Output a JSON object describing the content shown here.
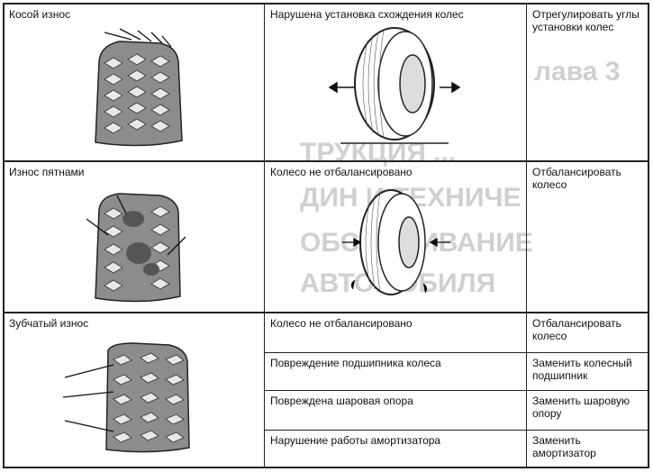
{
  "rows": [
    {
      "wear": "Косой износ",
      "cause": "Нарушена установка схождения колес",
      "remedy": "Отрегулировать углы установки колес",
      "tread_icon": "tread-feathered-icon",
      "wheel_icon": "wheel-toe-misalignment-icon"
    },
    {
      "wear": "Износ пятнами",
      "cause": "Колесо не отбалансировано",
      "remedy": "Отбалансировать колесо",
      "tread_icon": "tread-spotted-icon",
      "wheel_icon": "wheel-unbalanced-icon"
    },
    {
      "wear": "Зубчатый износ",
      "causes": [
        {
          "cause": "Колесо не отбалансировано",
          "remedy": "Отбалансировать колесо"
        },
        {
          "cause": "Повреждение подшипника колеса",
          "remedy": "Заменить колесный подшипник"
        },
        {
          "cause": "Повреждена шаровая опора",
          "remedy": "Заменить шаровую опору"
        },
        {
          "cause": "Нарушение работы амортизатора",
          "remedy": "Заменить амортизатор"
        }
      ],
      "tread_icon": "tread-sawtooth-icon"
    }
  ]
}
